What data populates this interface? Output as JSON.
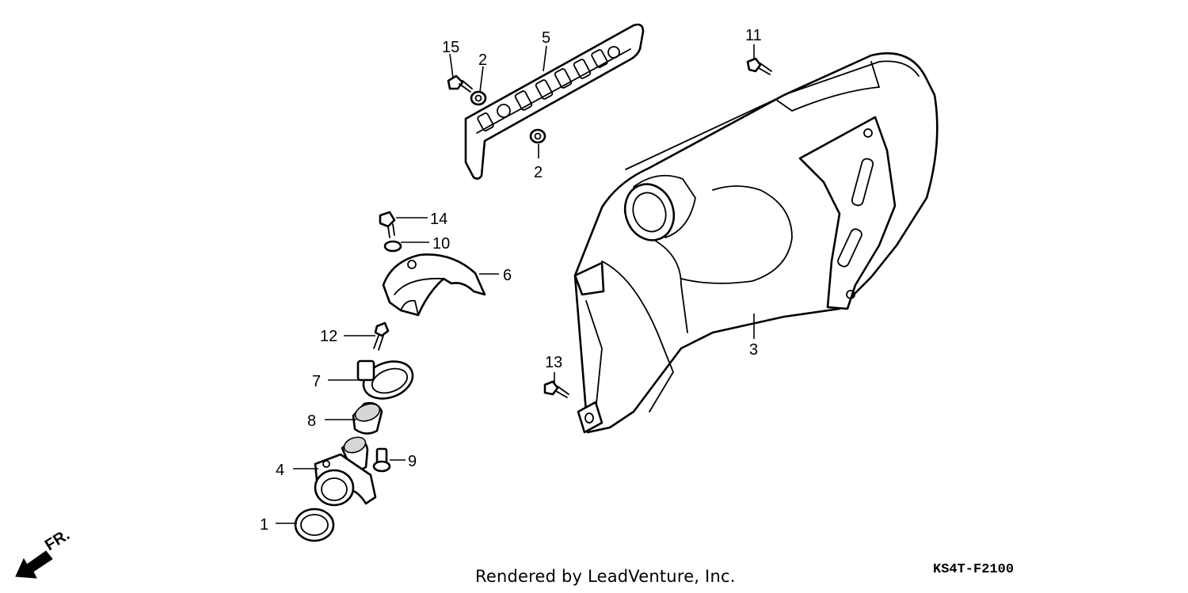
{
  "diagram": {
    "callouts": {
      "c1": "1",
      "c2a": "2",
      "c2b": "2",
      "c3": "3",
      "c4": "4",
      "c5": "5",
      "c6": "6",
      "c7": "7",
      "c8": "8",
      "c9": "9",
      "c10": "10",
      "c11": "11",
      "c12": "12",
      "c13": "13",
      "c14": "14",
      "c15": "15"
    },
    "direction_label": "FR.",
    "credit": "Rendered by LeadVenture, Inc.",
    "diagram_code": "KS4T-F2100"
  }
}
